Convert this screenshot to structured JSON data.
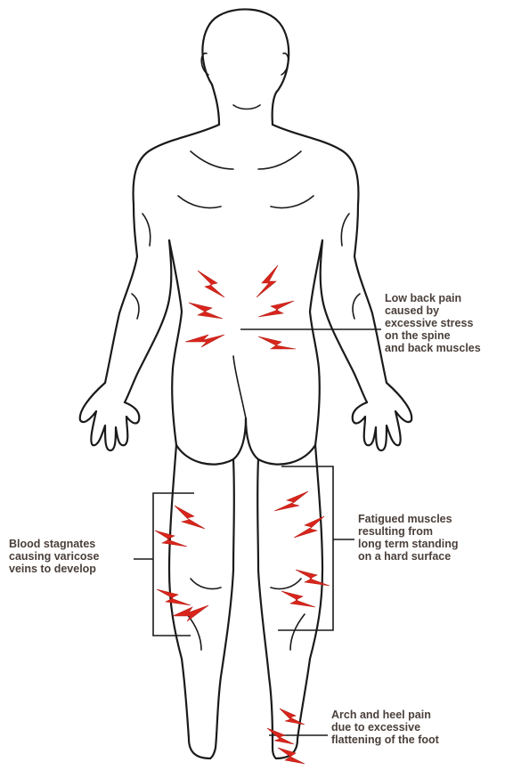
{
  "colors": {
    "outline": "#1a1a1a",
    "pain_mark": "#d9251c",
    "label_text": "#4a3f3a",
    "background": "#ffffff"
  },
  "callouts": {
    "low_back": "Low back pain\ncaused by\nexcessive stress\non the spine\nand back muscles",
    "fatigued": "Fatigued muscles\nresulting from\nlong term standing\non a hard surface",
    "blood": "Blood stagnates\ncausing varicose\nveins to develop",
    "arch": "Arch and heel pain\ndue to excessive\nflattening of the foot"
  },
  "icons": {
    "pain_mark": "lightning-bolt-icon"
  }
}
